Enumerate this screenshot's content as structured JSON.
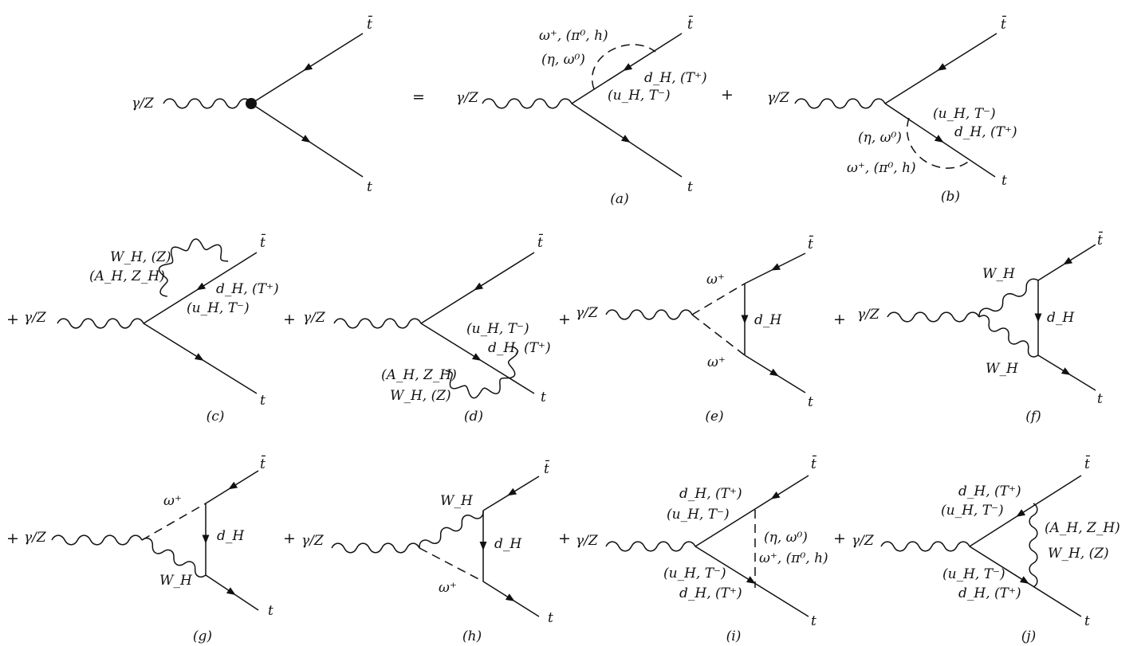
{
  "diagrams": [
    {
      "id": "lhs",
      "caption": "",
      "labels": {
        "boson": "γ/Z",
        "tbar": "t̄",
        "t": "t"
      },
      "operator_after": "="
    },
    {
      "id": "a",
      "caption": "(a)",
      "labels": {
        "boson": "γ/Z",
        "tbar": "t̄",
        "t": "t",
        "loop_scalar_1": "ω⁺, (π⁰, h)",
        "loop_scalar_2": "(η, ω⁰)",
        "loop_fermion_1": "d_H, (T⁺)",
        "loop_fermion_2": "(u_H, T⁻)"
      },
      "operator_after": "+"
    },
    {
      "id": "b",
      "caption": "(b)",
      "labels": {
        "boson": "γ/Z",
        "tbar": "t̄",
        "t": "t",
        "loop_fermion_1": "(u_H, T⁻)",
        "loop_fermion_2": "d_H, (T⁺)",
        "loop_scalar_1": "(η, ω⁰)",
        "loop_scalar_2": "ω⁺, (π⁰, h)"
      }
    },
    {
      "id": "c",
      "caption": "(c)",
      "operator_before": "+",
      "labels": {
        "boson": "γ/Z",
        "tbar": "t̄",
        "t": "t",
        "loop_vector_1": "W_H, (Z)",
        "loop_vector_2": "(A_H, Z_H)",
        "loop_fermion_1": "d_H, (T⁺)",
        "loop_fermion_2": "(u_H, T⁻)"
      }
    },
    {
      "id": "d",
      "caption": "(d)",
      "operator_before": "+",
      "labels": {
        "boson": "γ/Z",
        "tbar": "t̄",
        "t": "t",
        "loop_fermion_1": "(u_H, T⁻)",
        "loop_fermion_2": "d_H, (T⁺)",
        "loop_vector_1": "(A_H, Z_H)",
        "loop_vector_2": "W_H, (Z)"
      }
    },
    {
      "id": "e",
      "caption": "(e)",
      "operator_before": "+",
      "labels": {
        "boson": "γ/Z",
        "tbar": "t̄",
        "t": "t",
        "upper_internal": "ω⁺",
        "lower_internal": "ω⁺",
        "vertical": "d_H"
      }
    },
    {
      "id": "f",
      "caption": "(f)",
      "operator_before": "+",
      "labels": {
        "boson": "γ/Z",
        "tbar": "t̄",
        "t": "t",
        "upper_internal": "W_H",
        "lower_internal": "W_H",
        "vertical": "d_H"
      }
    },
    {
      "id": "g",
      "caption": "(g)",
      "operator_before": "+",
      "labels": {
        "boson": "γ/Z",
        "tbar": "t̄",
        "t": "t",
        "upper_internal": "ω⁺",
        "lower_internal": "W_H",
        "vertical": "d_H"
      }
    },
    {
      "id": "h",
      "caption": "(h)",
      "operator_before": "+",
      "labels": {
        "boson": "γ/Z",
        "tbar": "t̄",
        "t": "t",
        "upper_internal": "W_H",
        "lower_internal": "ω⁺",
        "vertical": "d_H"
      }
    },
    {
      "id": "i",
      "caption": "(i)",
      "operator_before": "+",
      "labels": {
        "boson": "γ/Z",
        "tbar": "t̄",
        "t": "t",
        "upper_fermion_1": "d_H, (T⁺)",
        "upper_fermion_2": "(u_H, T⁻)",
        "lower_fermion_1": "(u_H, T⁻)",
        "lower_fermion_2": "d_H, (T⁺)",
        "vertical_1": "(η, ω⁰)",
        "vertical_2": "ω⁺, (π⁰, h)"
      }
    },
    {
      "id": "j",
      "caption": "(j)",
      "operator_before": "+",
      "labels": {
        "boson": "γ/Z",
        "tbar": "t̄",
        "t": "t",
        "upper_fermion_1": "d_H, (T⁺)",
        "upper_fermion_2": "(u_H, T⁻)",
        "lower_fermion_1": "(u_H, T⁻)",
        "lower_fermion_2": "d_H, (T⁺)",
        "vertical_1": "(A_H, Z_H)",
        "vertical_2": "W_H, (Z)"
      }
    }
  ]
}
